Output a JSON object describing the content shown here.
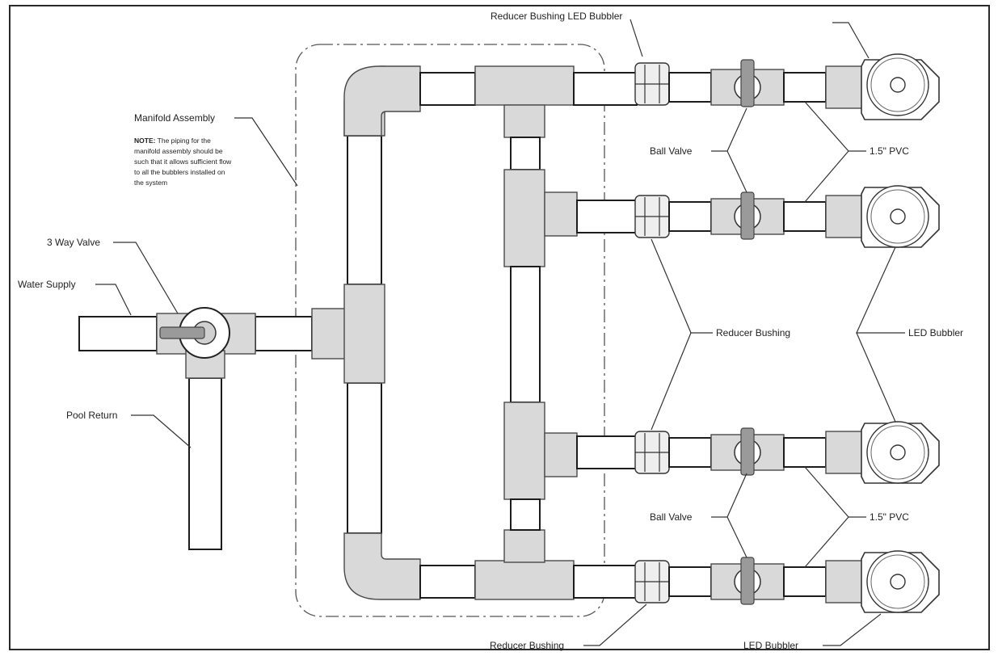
{
  "labels": {
    "top_reducer_led": "Reducer Bushing LED Bubbler",
    "manifold_assembly": "Manifold Assembly",
    "note_bold": "NOTE:",
    "note_line1": " The piping for the",
    "note_line2": "manifold assembly should be",
    "note_line3": "such that it allows sufficient flow",
    "note_line4": "to all the bubblers installed on",
    "note_line5": "the system",
    "three_way_valve": "3 Way Valve",
    "water_supply": "Water Supply",
    "pool_return": "Pool Return",
    "ball_valve_upper": "Ball Valve",
    "pvc_upper": "1.5\" PVC",
    "reducer_bushing_mid": "Reducer Bushing",
    "led_bubbler_mid": "LED Bubbler",
    "ball_valve_lower": "Ball Valve",
    "pvc_lower": "1.5\" PVC",
    "reducer_bushing_bottom": "Reducer Bushing",
    "led_bubbler_bottom": "LED Bubbler"
  }
}
